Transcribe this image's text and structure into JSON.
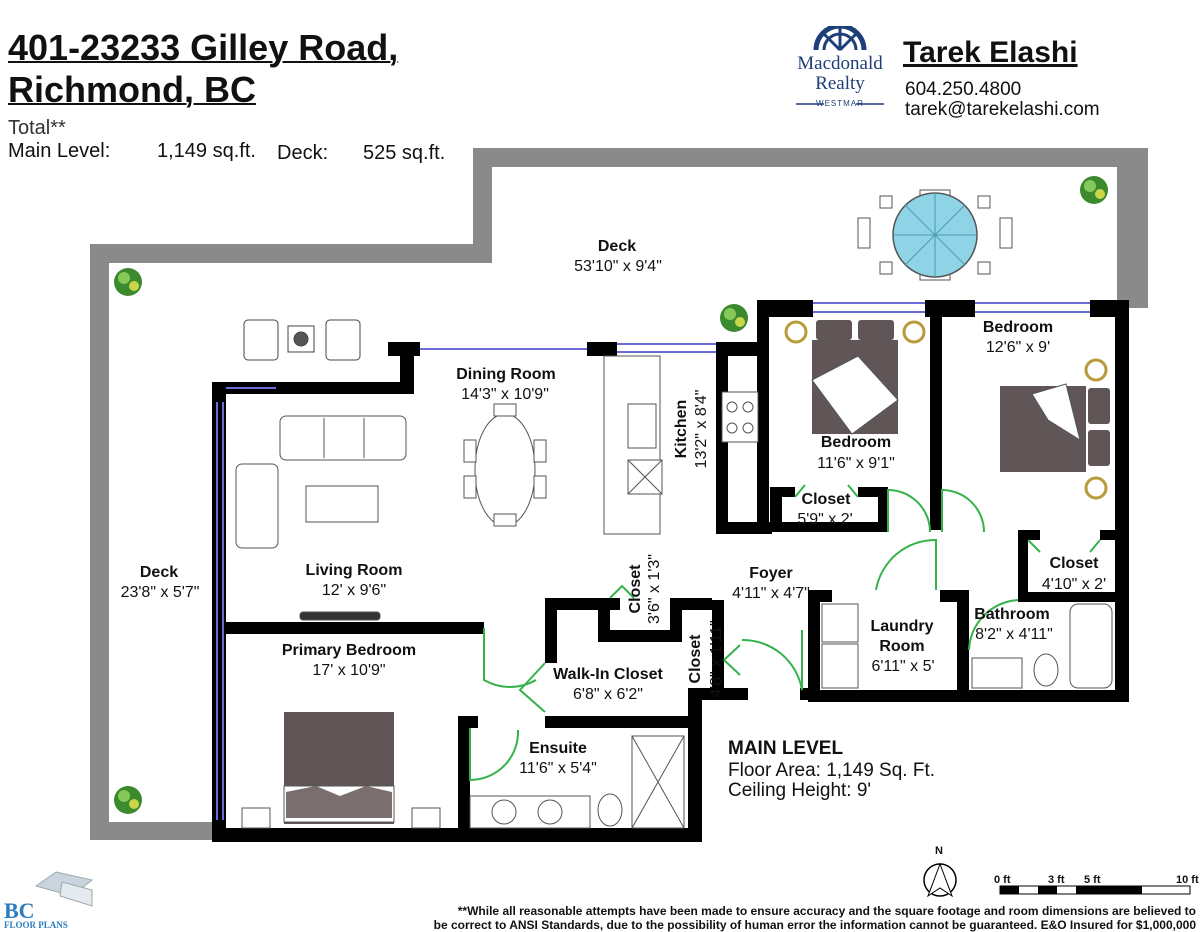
{
  "header": {
    "address_line1": "401-23233 Gilley Road,",
    "address_line2": "Richmond, BC",
    "total_label": "Total**",
    "main_level_label": "Main Level:",
    "main_level_value": "1,149 sq.ft.",
    "deck_label": "Deck:",
    "deck_value": "525 sq.ft."
  },
  "brand": {
    "name_line1": "Macdonald",
    "name_line2": "Realty",
    "name_line3": "WESTMAR",
    "color": "#1f3f7a"
  },
  "agent": {
    "name": "Tarek Elashi",
    "phone": "604.250.4800",
    "email": "tarek@tarekelashi.com"
  },
  "rooms": {
    "deck_top": {
      "name": "Deck",
      "dims": "53'10\" x 9'4\""
    },
    "deck_left": {
      "name": "Deck",
      "dims": "23'8\" x 5'7\""
    },
    "dining": {
      "name": "Dining Room",
      "dims": "14'3\" x 10'9\""
    },
    "kitchen": {
      "name": "Kitchen",
      "dims": "13'2\" x 8'4\""
    },
    "bedroom1": {
      "name": "Bedroom",
      "dims": "11'6\" x 9'1\""
    },
    "closet1": {
      "name": "Closet",
      "dims": "5'9\" x 2'"
    },
    "bedroom2": {
      "name": "Bedroom",
      "dims": "12'6\" x 9'"
    },
    "closet2": {
      "name": "Closet",
      "dims": "4'10\" x 2'"
    },
    "living": {
      "name": "Living Room",
      "dims": "12' x 9'6\""
    },
    "closet3": {
      "name": "Closet",
      "dims": "3'6\" x 1'3\""
    },
    "foyer": {
      "name": "Foyer",
      "dims": "4'11\" x 4'7\""
    },
    "laundry": {
      "name1": "Laundry",
      "name2": "Room",
      "dims": "6'11\" x 5'"
    },
    "bathroom": {
      "name": "Bathroom",
      "dims": "8'2\" x 4'11\""
    },
    "primary": {
      "name": "Primary Bedroom",
      "dims": "17' x 10'9\""
    },
    "walkin": {
      "name": "Walk-In Closet",
      "dims": "6'8\" x 6'2\""
    },
    "closet4": {
      "name": "Closet",
      "dims": "4'8\" x 1'11\""
    },
    "ensuite": {
      "name": "Ensuite",
      "dims": "11'6\" x 5'4\""
    }
  },
  "level": {
    "title": "MAIN LEVEL",
    "floor_area": "Floor Area: 1,149 Sq. Ft.",
    "ceiling": "Ceiling Height: 9'"
  },
  "compass": {
    "label": "N"
  },
  "scale": {
    "t0": "0 ft",
    "t3": "3 ft",
    "t5": "5 ft",
    "t10": "10 ft"
  },
  "footer": {
    "logo_big": "BC",
    "logo_small": "FLOOR PLANS",
    "disclaimer1": "**While all reasonable attempts have been made to ensure accuracy and the square footage and room dimensions are believed to",
    "disclaimer2": "be correct to ANSI Standards, due to the possibility of human error the information cannot be guaranteed. E&O Insured for $1,000,000"
  },
  "colors": {
    "wall": "#000000",
    "deck": "#8a8a8a",
    "door": "#35b24a",
    "window": "#6b6bd8",
    "table": "#8fd3e6",
    "furniture": "#615657"
  }
}
